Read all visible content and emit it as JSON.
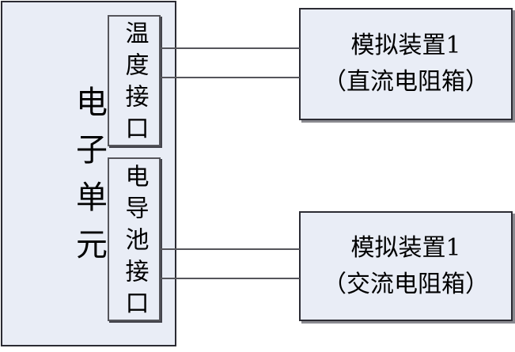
{
  "diagram": {
    "background_color": "#FFFFFF",
    "box_fill_color": "#E9EDF6",
    "dark_border_color": "#2B2B33",
    "gray_border_color": "#55555B",
    "connector_color": "#55555B",
    "text_color": "#000000",
    "electronic_unit": {
      "label": "电子单元"
    },
    "interfaces": [
      {
        "id": "temperature-interface",
        "label": "温度接口",
        "connector_count": 2
      },
      {
        "id": "conductivity-cell-interface",
        "label": "电导池接口",
        "connector_count": 2
      }
    ],
    "devices": [
      {
        "id": "device-dc",
        "title": "模拟装置1",
        "subtitle": "（直流电阻箱）"
      },
      {
        "id": "device-ac",
        "title": "模拟装置1",
        "subtitle": "（交流电阻箱）"
      }
    ]
  }
}
